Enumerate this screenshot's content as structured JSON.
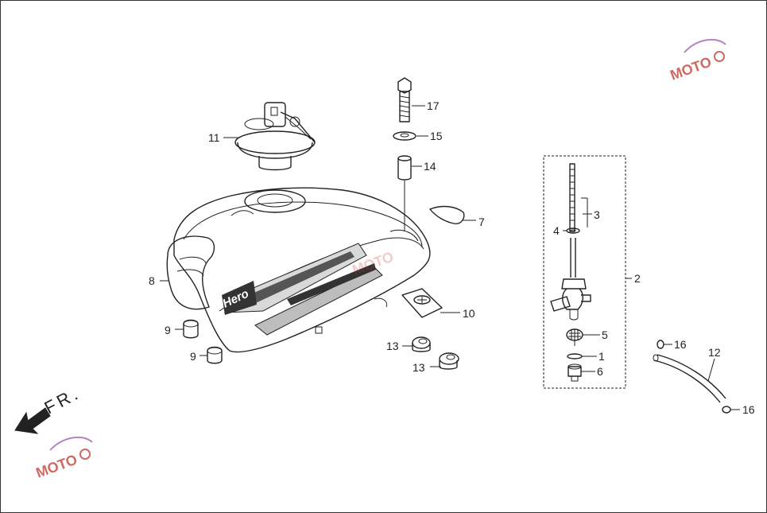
{
  "diagram": {
    "direction_label": "FR.",
    "watermark": "MOTO",
    "tank_brand_text": "Hero",
    "callouts": [
      "1",
      "2",
      "3",
      "4",
      "5",
      "6",
      "7",
      "8",
      "9",
      "9",
      "10",
      "11",
      "12",
      "13",
      "13",
      "14",
      "15",
      "16",
      "16",
      "17"
    ],
    "colors": {
      "line": "#222222",
      "watermark_red": "#c0392b",
      "watermark_purple": "#9b59b6",
      "background": "#ffffff"
    }
  }
}
